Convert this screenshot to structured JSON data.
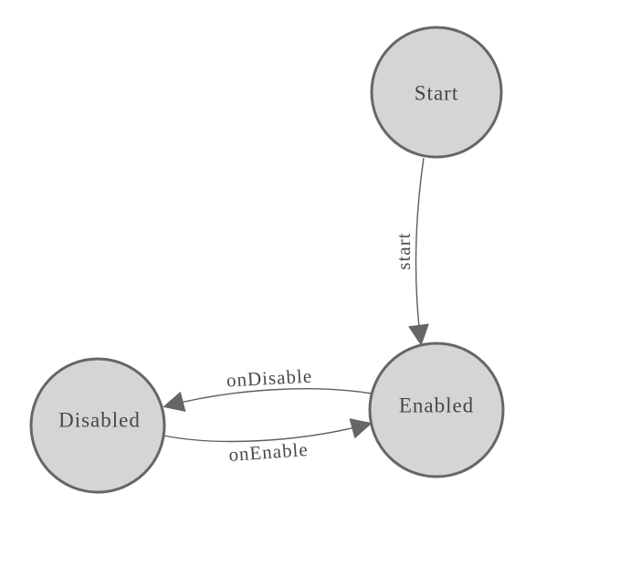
{
  "diagram": {
    "type": "finite-state-machine",
    "nodes": [
      {
        "id": "start",
        "label": "Start"
      },
      {
        "id": "enabled",
        "label": "Enabled"
      },
      {
        "id": "disabled",
        "label": "Disabled"
      }
    ],
    "edges": [
      {
        "label": "start",
        "from": "Start",
        "to": "Enabled"
      },
      {
        "label": "onDisable",
        "from": "Enabled",
        "to": "Disabled"
      },
      {
        "label": "onEnable",
        "from": "Disabled",
        "to": "Enabled"
      }
    ]
  },
  "colors": {
    "background": "#ffffff",
    "node_fill": "#d5d5d5",
    "node_stroke": "#666666",
    "edge_stroke": "#5e5e5e",
    "arrow_fill": "#666666",
    "label_color": "#474747"
  }
}
